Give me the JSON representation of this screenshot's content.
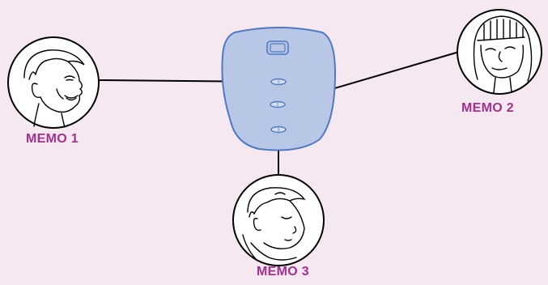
{
  "colors": {
    "background": "#f5e8f1",
    "device_fill": "#b9c7e6",
    "device_stroke": "#4f79c2",
    "label": "#a52f8c",
    "line": "#000000"
  },
  "memos": [
    {
      "label": "MEMO 1",
      "button": "1",
      "portrait": "smiling-man-portrait"
    },
    {
      "label": "MEMO 2",
      "button": "2",
      "portrait": "woman-with-bangs-portrait"
    },
    {
      "label": "MEMO 3",
      "button": "3",
      "portrait": "sleeping-child-portrait"
    }
  ],
  "device": {
    "icon": "screen-icon"
  }
}
